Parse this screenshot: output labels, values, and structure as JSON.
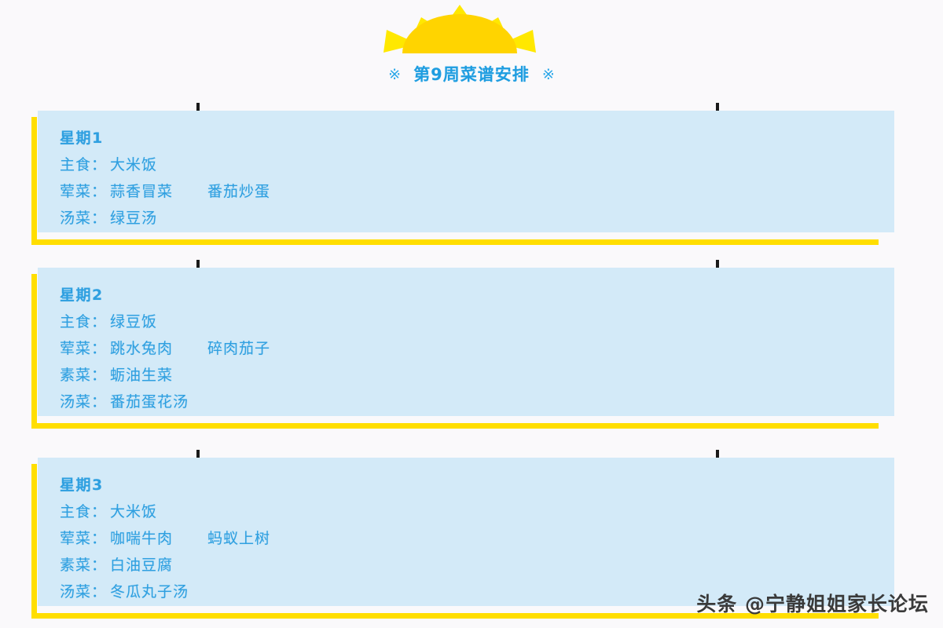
{
  "header": {
    "sun_icon": "half-sun-icon",
    "deco_left": "※",
    "deco_right": "※",
    "title": "第9周菜谱安排"
  },
  "colors": {
    "background": "#faf9fb",
    "panel": "#d3eaf8",
    "frame_yellow": "#ffde00",
    "sun_yellow": "#ffd400",
    "sun_ray": "#ffe800",
    "text_blue": "#2e9fe0",
    "title_blue": "#1f9de0",
    "marker_black": "#1a1a1a",
    "watermark": "#3a3a3a"
  },
  "markers": [
    {
      "name": "marker-left",
      "label": "↓"
    },
    {
      "name": "marker-right",
      "label": "↓"
    }
  ],
  "days": [
    {
      "day": "星期1",
      "rows": [
        {
          "label": "主食：",
          "value": "大米饭",
          "value2": ""
        },
        {
          "label": "荤菜：",
          "value": "蒜香冒菜",
          "value2": "番茄炒蛋"
        },
        {
          "label": "汤菜：",
          "value": "绿豆汤",
          "value2": ""
        }
      ]
    },
    {
      "day": "星期2",
      "rows": [
        {
          "label": "主食：",
          "value": "绿豆饭",
          "value2": ""
        },
        {
          "label": "荤菜：",
          "value": "跳水兔肉",
          "value2": "碎肉茄子"
        },
        {
          "label": "素菜：",
          "value": "蛎油生菜",
          "value2": ""
        },
        {
          "label": "汤菜：",
          "value": "番茄蛋花汤",
          "value2": ""
        }
      ]
    },
    {
      "day": "星期3",
      "rows": [
        {
          "label": "主食：",
          "value": "大米饭",
          "value2": ""
        },
        {
          "label": "荤菜：",
          "value": "咖喘牛肉",
          "value2": "蚂蚁上树"
        },
        {
          "label": "素菜：",
          "value": "白油豆腐",
          "value2": ""
        },
        {
          "label": "汤菜：",
          "value": "冬瓜丸子汤",
          "value2": ""
        }
      ]
    }
  ],
  "watermark": "头条 @宁静姐姐家长论坛"
}
